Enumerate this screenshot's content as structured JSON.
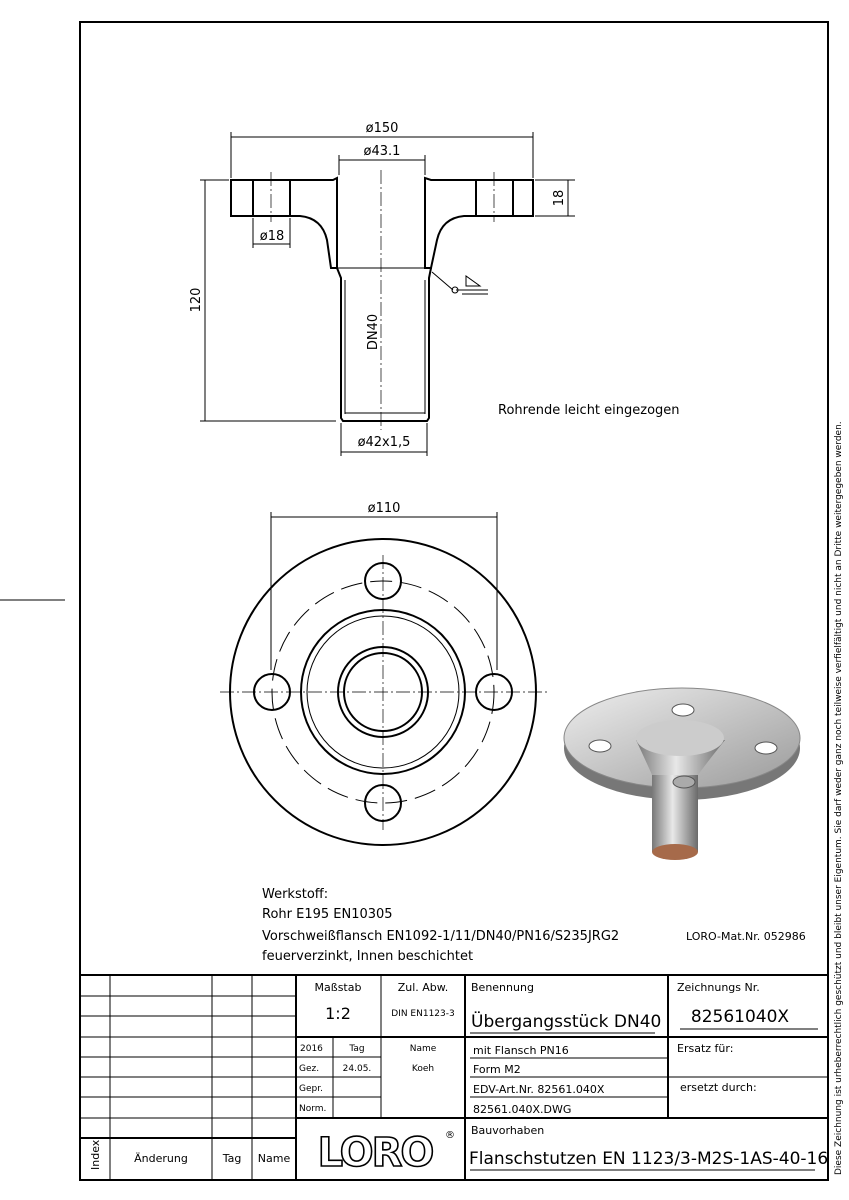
{
  "drawing": {
    "dims": {
      "d150": "ø150",
      "d43": "ø43.1",
      "t18": "18",
      "d18": "ø18",
      "h120": "120",
      "dn": "DN40",
      "pipe": "ø42x1,5",
      "d110": "ø110"
    },
    "note": "Rohrende leicht eingezogen",
    "material": {
      "title": "Werkstoff:",
      "l1": "Rohr E195 EN10305",
      "l2": "Vorschweißflansch EN1092-1/11/DN40/PN16/S235JRG2",
      "l2b": "LORO-Mat.Nr. 052986",
      "l3": "feuerverzinkt, Innen beschichtet"
    },
    "side_text": "Diese Zeichnung ist urheberrechtlich geschützt und bleibt unser Eigentum. Sie darf weder ganz noch teilweise verfielfältigt und nicht an Dritte weitergegeben werden."
  },
  "title_block": {
    "index": "Index",
    "aenderung": "Änderung",
    "tag": "Tag",
    "name": "Name",
    "massstab_label": "Maßstab",
    "massstab": "1:2",
    "zul_label": "Zul. Abw.",
    "zul": "DIN EN1123-3",
    "year": "2016",
    "tag_h": "Tag",
    "name_h": "Name",
    "gez": "Gez.",
    "gez_tag": "24.05.",
    "gez_name": "Koeh",
    "gepr": "Gepr.",
    "norm": "Norm.",
    "logo": "LORO",
    "benennung_label": "Benennung",
    "benennung": "Übergangsstück DN40",
    "zeichnr_label": "Zeichnungs Nr.",
    "zeichnr": "82561040X",
    "l1": "mit Flansch PN16",
    "l2": "Form M2",
    "l3": "EDV-Art.Nr. 82561.040X",
    "l4": "82561.040X.DWG",
    "ersatz": "Ersatz für:",
    "ersetzt": "ersetzt durch:",
    "bauvorhaben_label": "Bauvorhaben",
    "bauvorhaben": "Flanschstutzen EN 1123/3-M2S-1AS-40-16"
  }
}
